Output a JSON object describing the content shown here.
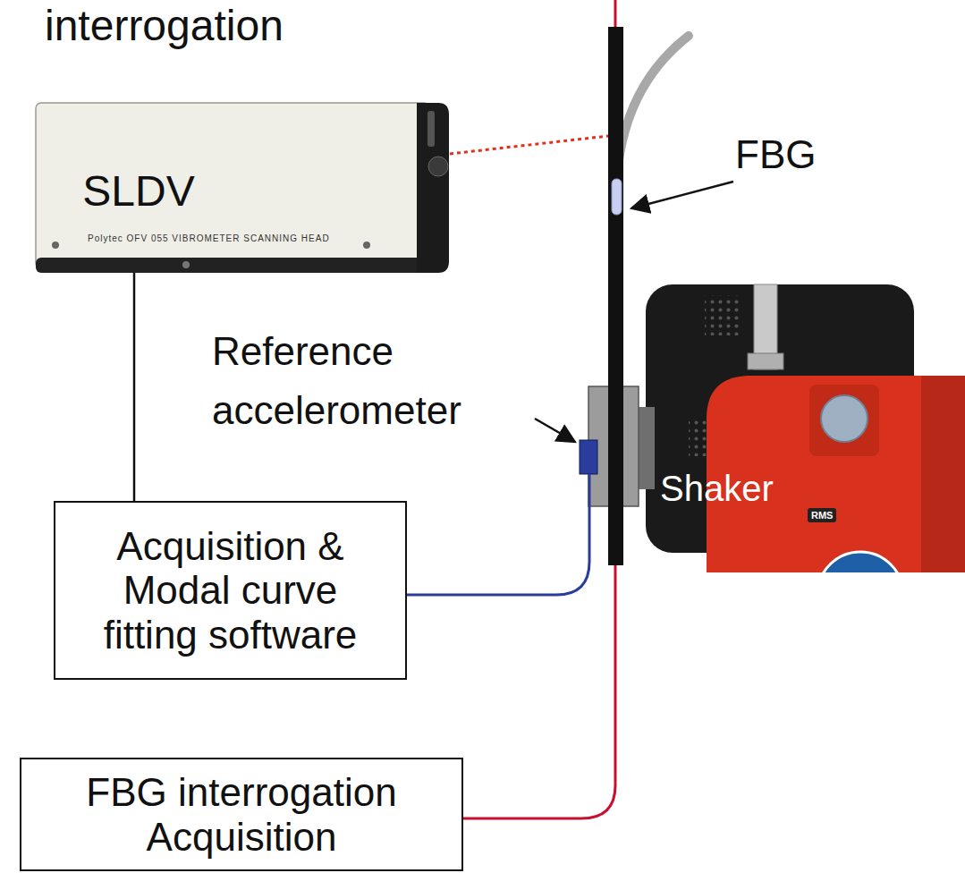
{
  "diagram": {
    "nodes": [
      {
        "text": [
          "SLDV",
          "Polytec OFV 055 VIBROMETER SCANNING HEAD"
        ]
      },
      {
        "text": [
          "Acquisition & Modal curve fitting software"
        ]
      },
      {
        "text": [
          "FBG interrogation Acquisition"
        ]
      }
    ],
    "edges": [
      {
        "from": 0,
        "to": 1,
        "arrow": "none"
      }
    ],
    "labels": [
      "interrogation",
      "FBG",
      "Reference accelerometer",
      "Shaker",
      "RMS"
    ]
  }
}
